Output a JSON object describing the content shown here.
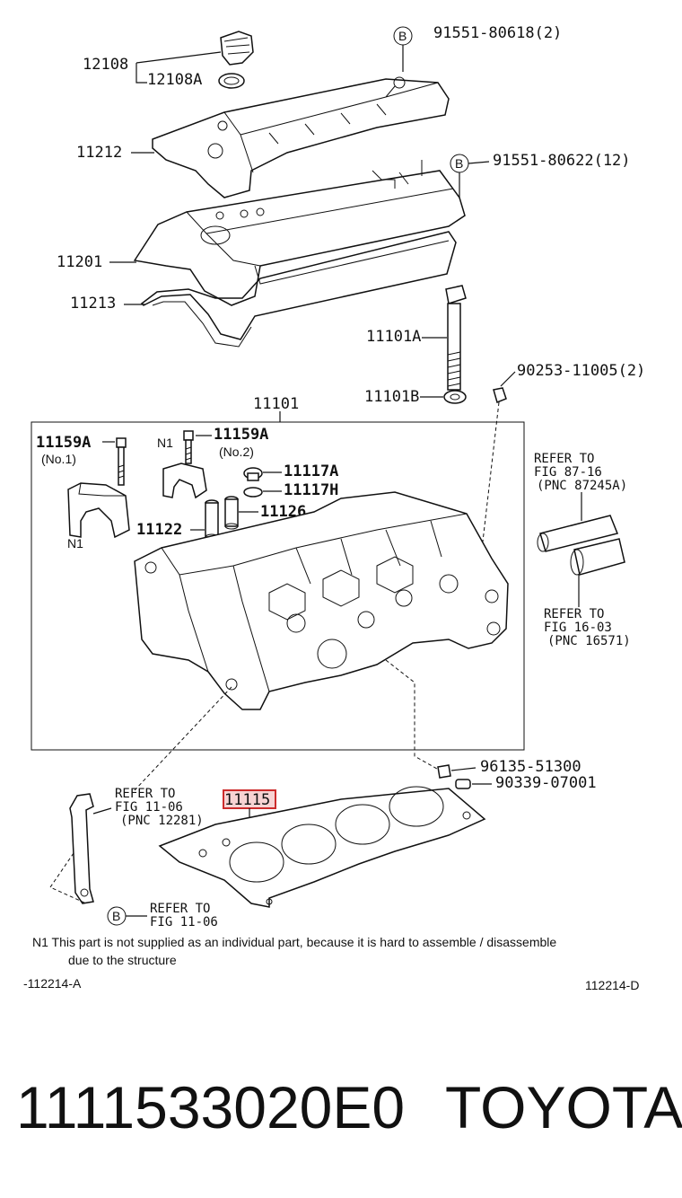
{
  "labels": {
    "p12108": "12108",
    "p12108a": "12108A",
    "p91551_80618": "91551-80618(2)",
    "p11212": "11212",
    "p91551_80622": "91551-80622(12)",
    "p11201": "11201",
    "p11213": "11213",
    "p11101a": "11101A",
    "p90253": "90253-11005(2)",
    "p11101b": "11101B",
    "p11101": "11101",
    "p11159a_left": "11159A",
    "no1": "(No.1)",
    "n1_top": "N1",
    "p11159a_right": "11159A",
    "no2": "(No.2)",
    "p11117a": "11117A",
    "p11117h": "11117H",
    "p11126": "11126",
    "p11122": "11122",
    "n1_left": "N1",
    "p96135": "96135-51300",
    "p90339": "90339-07001",
    "p11115": "11115",
    "b": "B"
  },
  "refs": {
    "ref1_line1": "REFER TO",
    "ref1_line2": "FIG 87-16",
    "ref1_line3": "(PNC 87245A)",
    "ref2_line1": "REFER TO",
    "ref2_line2": "FIG 16-03",
    "ref2_line3": "(PNC 16571)",
    "ref3_line1": "REFER TO",
    "ref3_line2": "FIG 11-06",
    "ref3_line3": "(PNC 12281)",
    "ref4_line1": "REFER TO",
    "ref4_line2": "FIG 11-06"
  },
  "note": {
    "line1": "N1  This part is not supplied as an individual part, because it is hard to assemble / disassemble",
    "line2": "due to the structure"
  },
  "codes": {
    "left": "-112214-A",
    "right": "112214-D"
  },
  "footer": {
    "part_number": "1111533020E0",
    "brand": "TOYOTA"
  },
  "colors": {
    "highlight_fill": "#f7d3d3",
    "highlight_stroke": "#cc2b2b"
  }
}
